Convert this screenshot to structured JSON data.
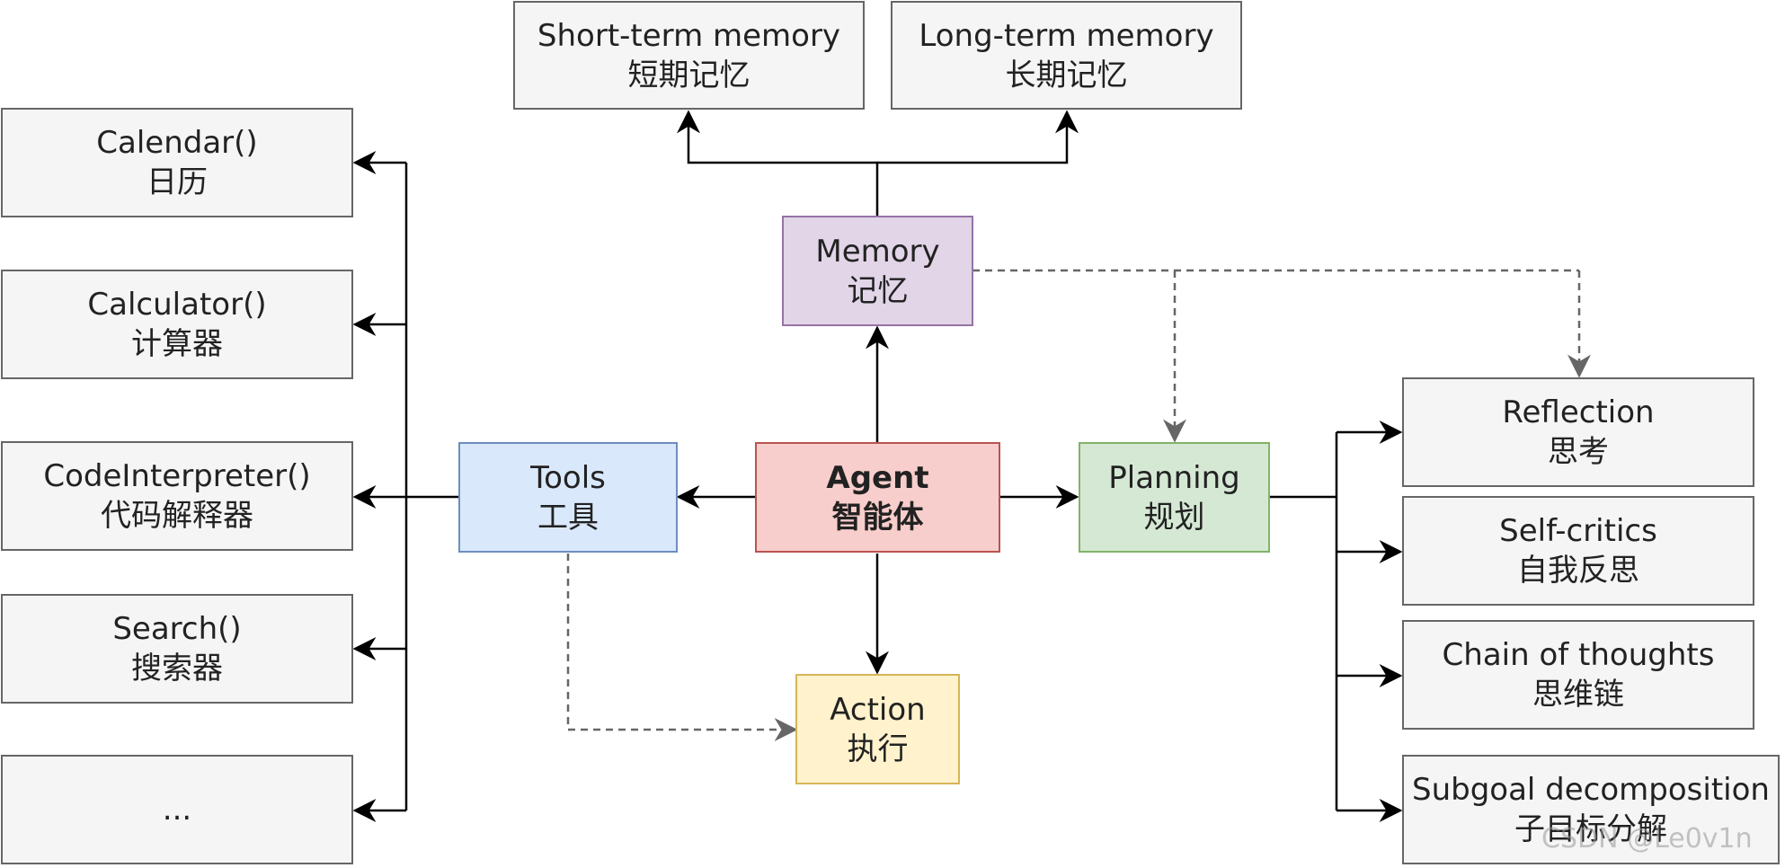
{
  "nodes": {
    "short_term_memory": {
      "en": "Short-term memory",
      "zh": "短期记忆"
    },
    "long_term_memory": {
      "en": "Long-term memory",
      "zh": "长期记忆"
    },
    "memory": {
      "en": "Memory",
      "zh": "记忆"
    },
    "agent": {
      "en": "Agent",
      "zh": "智能体"
    },
    "tools": {
      "en": "Tools",
      "zh": "工具"
    },
    "planning": {
      "en": "Planning",
      "zh": "规划"
    },
    "action": {
      "en": "Action",
      "zh": "执行"
    },
    "calendar": {
      "en": "Calendar()",
      "zh": "日历"
    },
    "calculator": {
      "en": "Calculator()",
      "zh": "计算器"
    },
    "code_interpreter": {
      "en": "CodeInterpreter()",
      "zh": "代码解释器"
    },
    "search": {
      "en": "Search()",
      "zh": "搜索器"
    },
    "more_tools": {
      "en": "..."
    },
    "reflection": {
      "en": "Reflection",
      "zh": "思考"
    },
    "self_critics": {
      "en": "Self-critics",
      "zh": "自我反思"
    },
    "chain_of_thoughts": {
      "en": "Chain of thoughts",
      "zh": "思维链"
    },
    "subgoal_decomposition": {
      "en": "Subgoal decomposition",
      "zh": "子目标分解"
    }
  },
  "colors": {
    "default_fill": "#f5f5f5",
    "default_border": "#666666",
    "memory_fill": "#e1d5e7",
    "memory_border": "#9673a6",
    "agent_fill": "#f8cecc",
    "agent_border": "#b85450",
    "tools_fill": "#dae8fc",
    "tools_border": "#6c8ebf",
    "planning_fill": "#d5e8d4",
    "planning_border": "#82b366",
    "action_fill": "#fff2cc",
    "action_border": "#d6b656",
    "solid_arrow": "#000000",
    "dashed_arrow": "#666666"
  },
  "watermark": "CSDN @Le0v1n"
}
